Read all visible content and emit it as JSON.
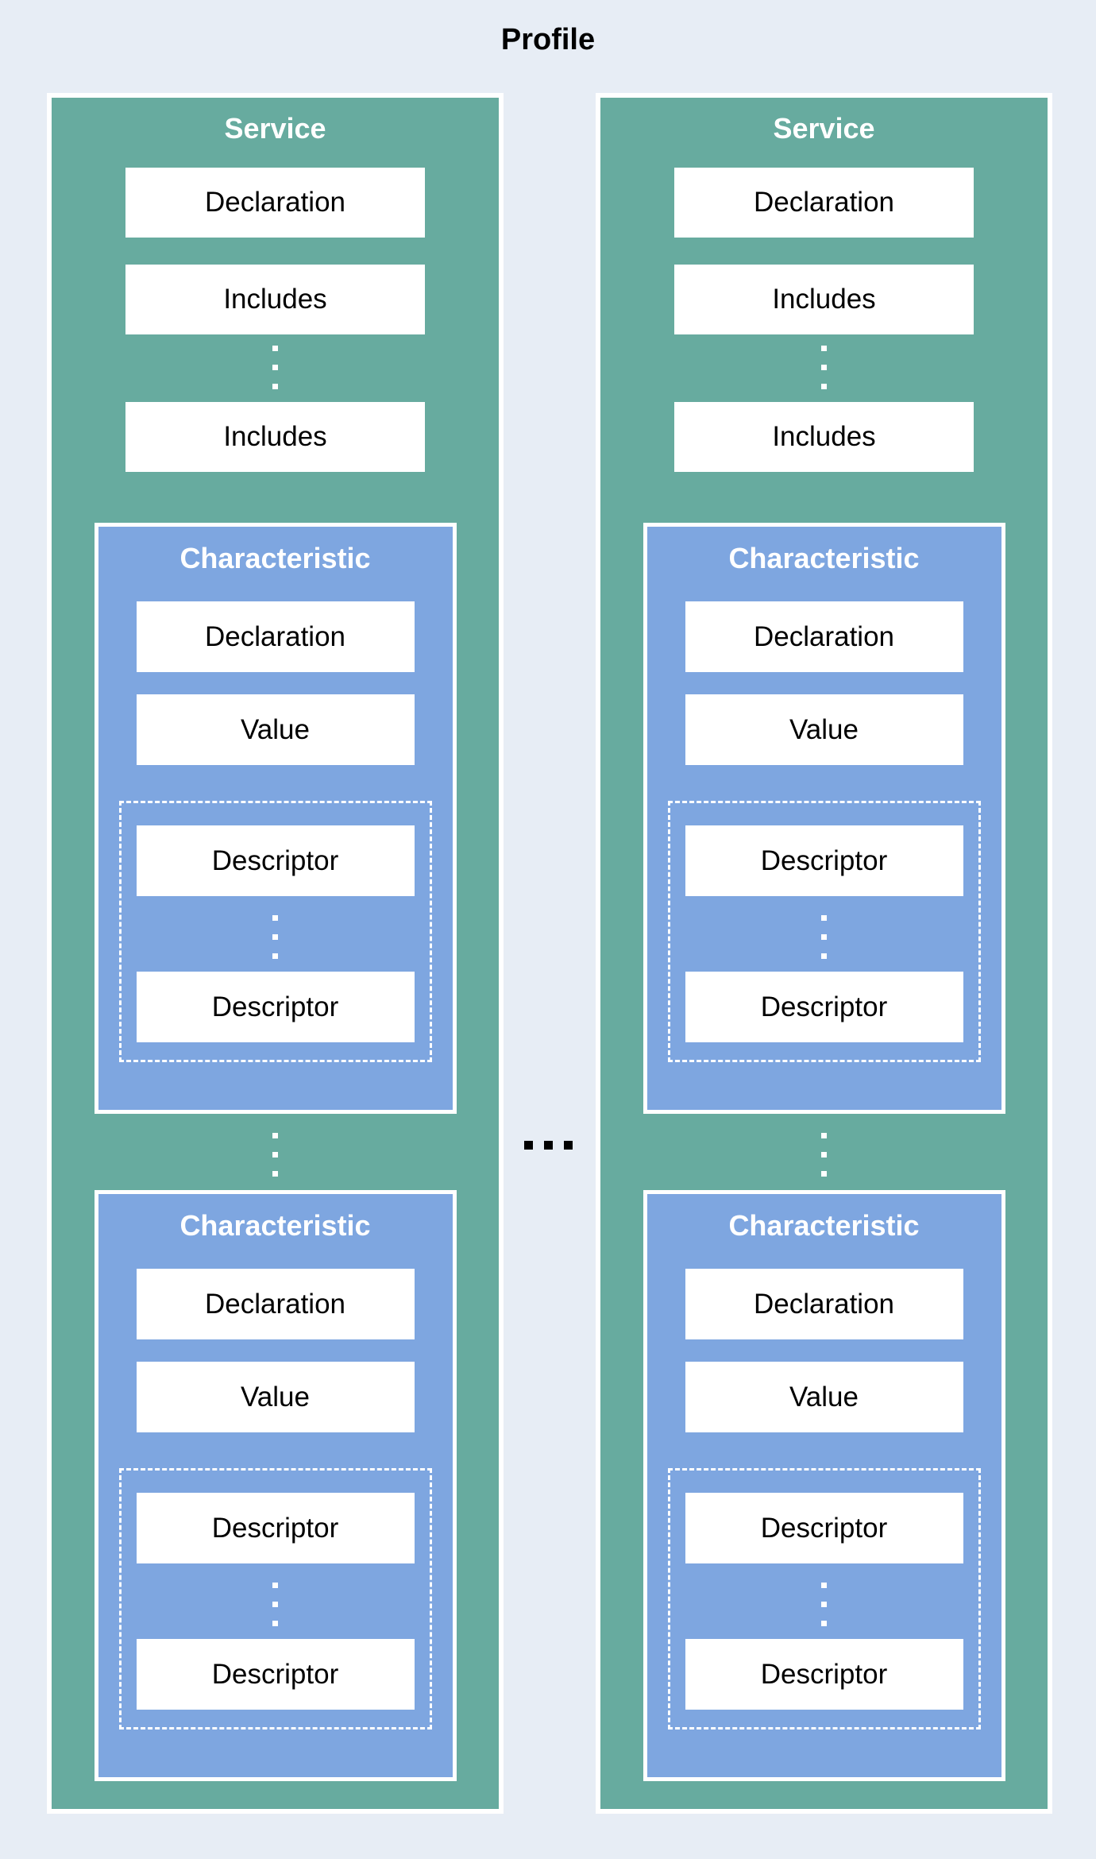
{
  "title": "Profile",
  "colors": {
    "background": "#E7EDF5",
    "service_fill": "#67AB9F",
    "characteristic_fill": "#7EA6E0",
    "box_fill": "#FFFFFF",
    "box_text": "#000000",
    "header_text": "#FFFFFF",
    "ellipsis_between_services": "#000000",
    "ellipsis_inside_blocks": "#FFFFFF"
  },
  "icons": {
    "vertical_ellipsis": "three stacked square dots",
    "horizontal_ellipsis": "three square dots in a row"
  },
  "services": [
    {
      "header": "Service",
      "declaration_label": "Declaration",
      "includes_labels": [
        "Includes",
        "Includes"
      ],
      "characteristics": [
        {
          "header": "Characteristic",
          "declaration_label": "Declaration",
          "value_label": "Value",
          "descriptor_labels": [
            "Descriptor",
            "Descriptor"
          ]
        },
        {
          "header": "Characteristic",
          "declaration_label": "Declaration",
          "value_label": "Value",
          "descriptor_labels": [
            "Descriptor",
            "Descriptor"
          ]
        }
      ]
    },
    {
      "header": "Service",
      "declaration_label": "Declaration",
      "includes_labels": [
        "Includes",
        "Includes"
      ],
      "characteristics": [
        {
          "header": "Characteristic",
          "declaration_label": "Declaration",
          "value_label": "Value",
          "descriptor_labels": [
            "Descriptor",
            "Descriptor"
          ]
        },
        {
          "header": "Characteristic",
          "declaration_label": "Declaration",
          "value_label": "Value",
          "descriptor_labels": [
            "Descriptor",
            "Descriptor"
          ]
        }
      ]
    }
  ]
}
